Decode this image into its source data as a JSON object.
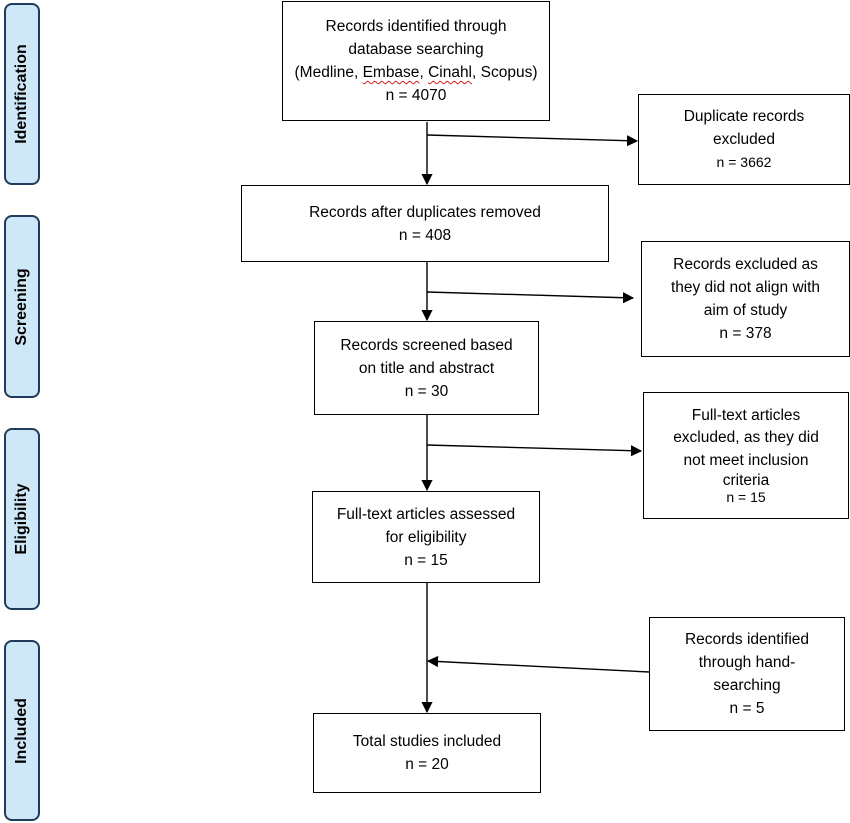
{
  "stages": {
    "identification": "Identification",
    "screening": "Screening",
    "eligibility": "Eligibility",
    "included": "Included"
  },
  "boxes": {
    "identified": {
      "line1": "Records identified through",
      "line2": "database searching",
      "line3_open": "(Medline, ",
      "line3_embase": "Embase",
      "line3_sep1": ", ",
      "line3_cinahl": "Cinahl",
      "line3_close": ", Scopus)",
      "count": "n = 4070"
    },
    "duplicates_excluded": {
      "line1": "Duplicate records",
      "line2": "excluded",
      "count": "n = 3662"
    },
    "after_duplicates": {
      "line1": "Records after duplicates removed",
      "count": "n = 408"
    },
    "not_aligned_excluded": {
      "line1": "Records excluded as",
      "line2": "they did not align with",
      "line3": "aim of study",
      "count": "n = 378"
    },
    "screened": {
      "line1": "Records screened based",
      "line2": "on title and abstract",
      "count": "n = 30"
    },
    "fulltext_excluded": {
      "line1": "Full-text articles",
      "line2": "excluded, as they did",
      "line3": "not meet inclusion",
      "line4": "criteria",
      "count": "n = 15"
    },
    "assessed": {
      "line1": "Full-text articles assessed",
      "line2": "for eligibility",
      "count": "n = 15"
    },
    "hand_searching": {
      "line1": "Records identified",
      "line2": "through hand-",
      "line3": "searching",
      "count": "n = 5"
    },
    "total": {
      "line1": "Total studies included",
      "count": "n = 20"
    }
  },
  "colors": {
    "stage_fill": "#cfe8f8",
    "stage_border": "#1f3c5a",
    "line": "#000000"
  }
}
